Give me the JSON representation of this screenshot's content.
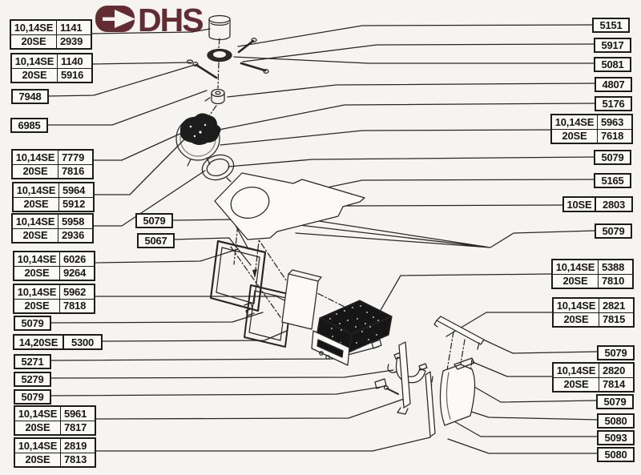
{
  "logo": {
    "text": "DHS"
  },
  "colors": {
    "logo": "#632c33",
    "line": "#262626",
    "box_border": "#1c1c1c",
    "background": "#f6f4f0"
  },
  "labels": {
    "left": [
      {
        "type": "double",
        "rows": [
          {
            "model": "10,14SE",
            "part": "1141"
          },
          {
            "model": "20SE",
            "part": "2939"
          }
        ]
      },
      {
        "type": "double",
        "rows": [
          {
            "model": "10,14SE",
            "part": "1140"
          },
          {
            "model": "20SE",
            "part": "5916"
          }
        ]
      },
      {
        "type": "single",
        "part": "7948"
      },
      {
        "type": "single",
        "part": "6985"
      },
      {
        "type": "double",
        "rows": [
          {
            "model": "10,14SE",
            "part": "7779"
          },
          {
            "model": "20SE",
            "part": "7816"
          }
        ]
      },
      {
        "type": "double",
        "rows": [
          {
            "model": "10,14SE",
            "part": "5964"
          },
          {
            "model": "20SE",
            "part": "5912"
          }
        ]
      },
      {
        "type": "double",
        "rows": [
          {
            "model": "10,14SE",
            "part": "5958"
          },
          {
            "model": "20SE",
            "part": "2936"
          }
        ]
      },
      {
        "type": "double",
        "rows": [
          {
            "model": "10,14SE",
            "part": "6026"
          },
          {
            "model": "20SE",
            "part": "9264"
          }
        ]
      },
      {
        "type": "double",
        "rows": [
          {
            "model": "10,14SE",
            "part": "5962"
          },
          {
            "model": "20SE",
            "part": "7818"
          }
        ]
      },
      {
        "type": "single",
        "part": "5079"
      },
      {
        "type": "pair",
        "model": "14,20SE",
        "part": "5300"
      },
      {
        "type": "single",
        "part": "5271"
      },
      {
        "type": "single",
        "part": "5279"
      },
      {
        "type": "single",
        "part": "5079"
      },
      {
        "type": "double",
        "rows": [
          {
            "model": "10,14SE",
            "part": "5961"
          },
          {
            "model": "20SE",
            "part": "7817"
          }
        ]
      },
      {
        "type": "double",
        "rows": [
          {
            "model": "10,14SE",
            "part": "2819"
          },
          {
            "model": "20SE",
            "part": "7813"
          }
        ]
      }
    ],
    "middle": [
      {
        "type": "single",
        "part": "5079"
      },
      {
        "type": "single",
        "part": "5067"
      }
    ],
    "right": [
      {
        "type": "single",
        "part": "5151"
      },
      {
        "type": "single",
        "part": "5917"
      },
      {
        "type": "single",
        "part": "5081"
      },
      {
        "type": "single",
        "part": "4807"
      },
      {
        "type": "single",
        "part": "5176"
      },
      {
        "type": "double",
        "rows": [
          {
            "model": "10,14SE",
            "part": "5963"
          },
          {
            "model": "20SE",
            "part": "7618"
          }
        ]
      },
      {
        "type": "single",
        "part": "5079"
      },
      {
        "type": "single",
        "part": "5165"
      },
      {
        "type": "pair",
        "model": "10SE",
        "part": "2803"
      },
      {
        "type": "single",
        "part": "5079"
      },
      {
        "type": "double",
        "rows": [
          {
            "model": "10,14SE",
            "part": "5388"
          },
          {
            "model": "20SE",
            "part": "7810"
          }
        ]
      },
      {
        "type": "double",
        "rows": [
          {
            "model": "10,14SE",
            "part": "2821"
          },
          {
            "model": "20SE",
            "part": "7815"
          }
        ]
      },
      {
        "type": "single",
        "part": "5079"
      },
      {
        "type": "double",
        "rows": [
          {
            "model": "10,14SE",
            "part": "2820"
          },
          {
            "model": "20SE",
            "part": "7814"
          }
        ]
      },
      {
        "type": "single",
        "part": "5079"
      },
      {
        "type": "single",
        "part": "5080"
      },
      {
        "type": "single",
        "part": "5093"
      },
      {
        "type": "single",
        "part": "5080"
      }
    ]
  }
}
